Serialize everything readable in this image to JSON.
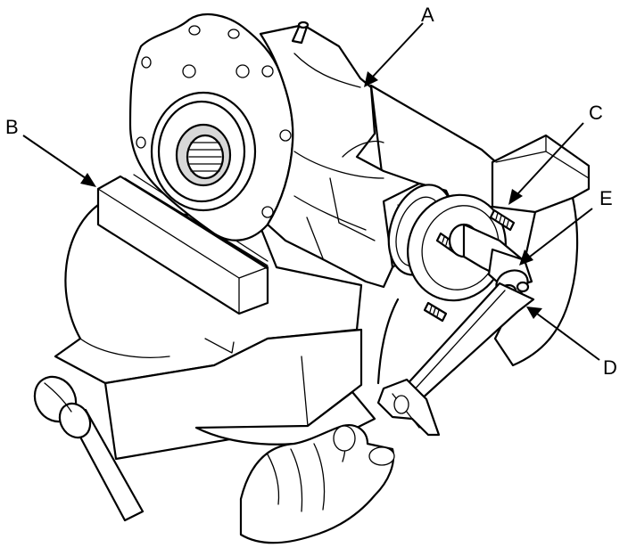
{
  "figure": {
    "colors": {
      "ink": "#000000",
      "paper": "#ffffff",
      "shade": "#8a8a8a"
    },
    "callouts": [
      {
        "id": "A",
        "text": "A"
      },
      {
        "id": "B",
        "text": "B"
      },
      {
        "id": "C",
        "text": "C"
      },
      {
        "id": "D",
        "text": "D"
      },
      {
        "id": "E",
        "text": "E"
      }
    ]
  }
}
